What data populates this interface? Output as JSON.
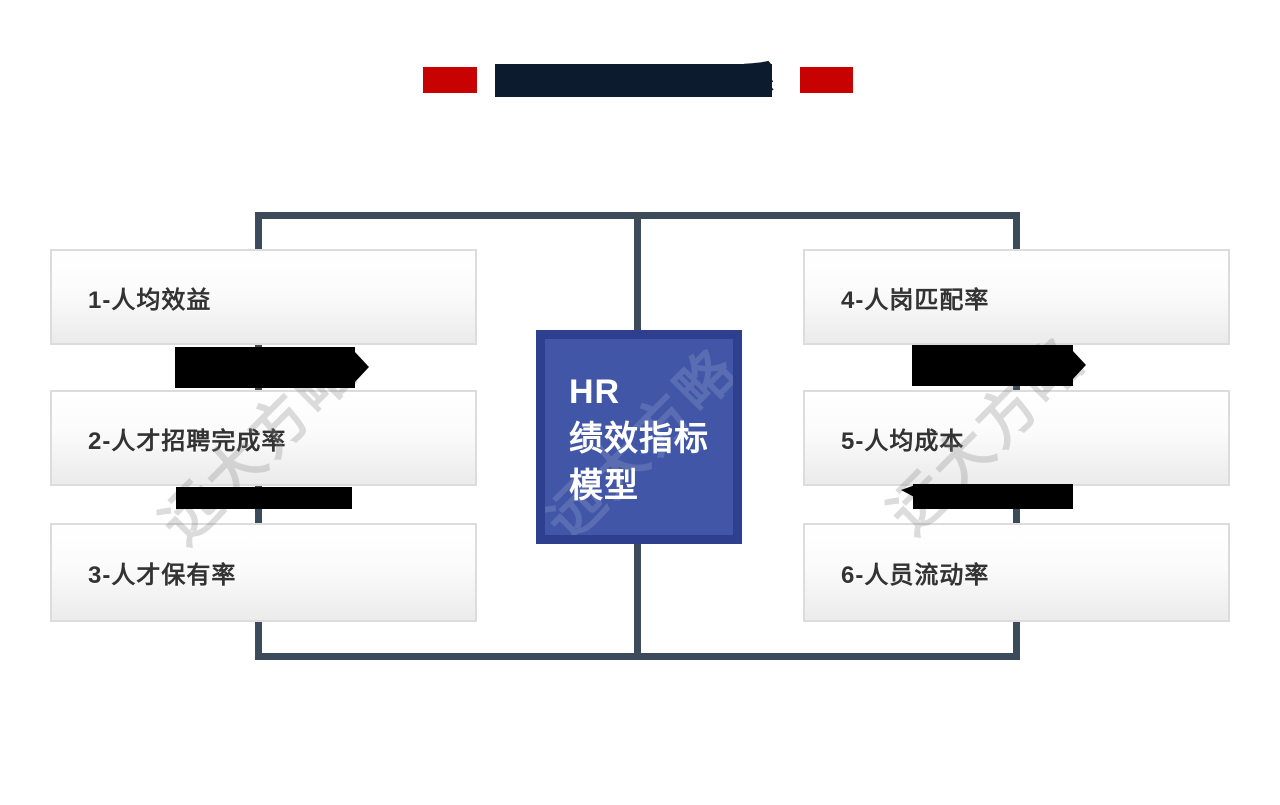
{
  "title": {
    "visible_suffix": "系",
    "accent_color": "#c80101",
    "redaction_color": "#0d1b2e"
  },
  "center_box": {
    "lines": [
      "HR",
      "绩效指标",
      "模型"
    ],
    "outer_color": "#2d3f8e",
    "inner_color": "#4156a6",
    "text_color": "#ffffff"
  },
  "left_items": [
    {
      "label": "1-人均效益"
    },
    {
      "label": "2-人才招聘完成率"
    },
    {
      "label": "3-人才保有率"
    }
  ],
  "right_items": [
    {
      "label": "4-人岗匹配率"
    },
    {
      "label": "5-人均成本"
    },
    {
      "label": "6-人员流动率"
    }
  ],
  "watermark": {
    "text": "远大方略"
  },
  "colors": {
    "connector": "#3b4b59",
    "box_border": "#dcdcdc",
    "box_text": "#333333"
  }
}
